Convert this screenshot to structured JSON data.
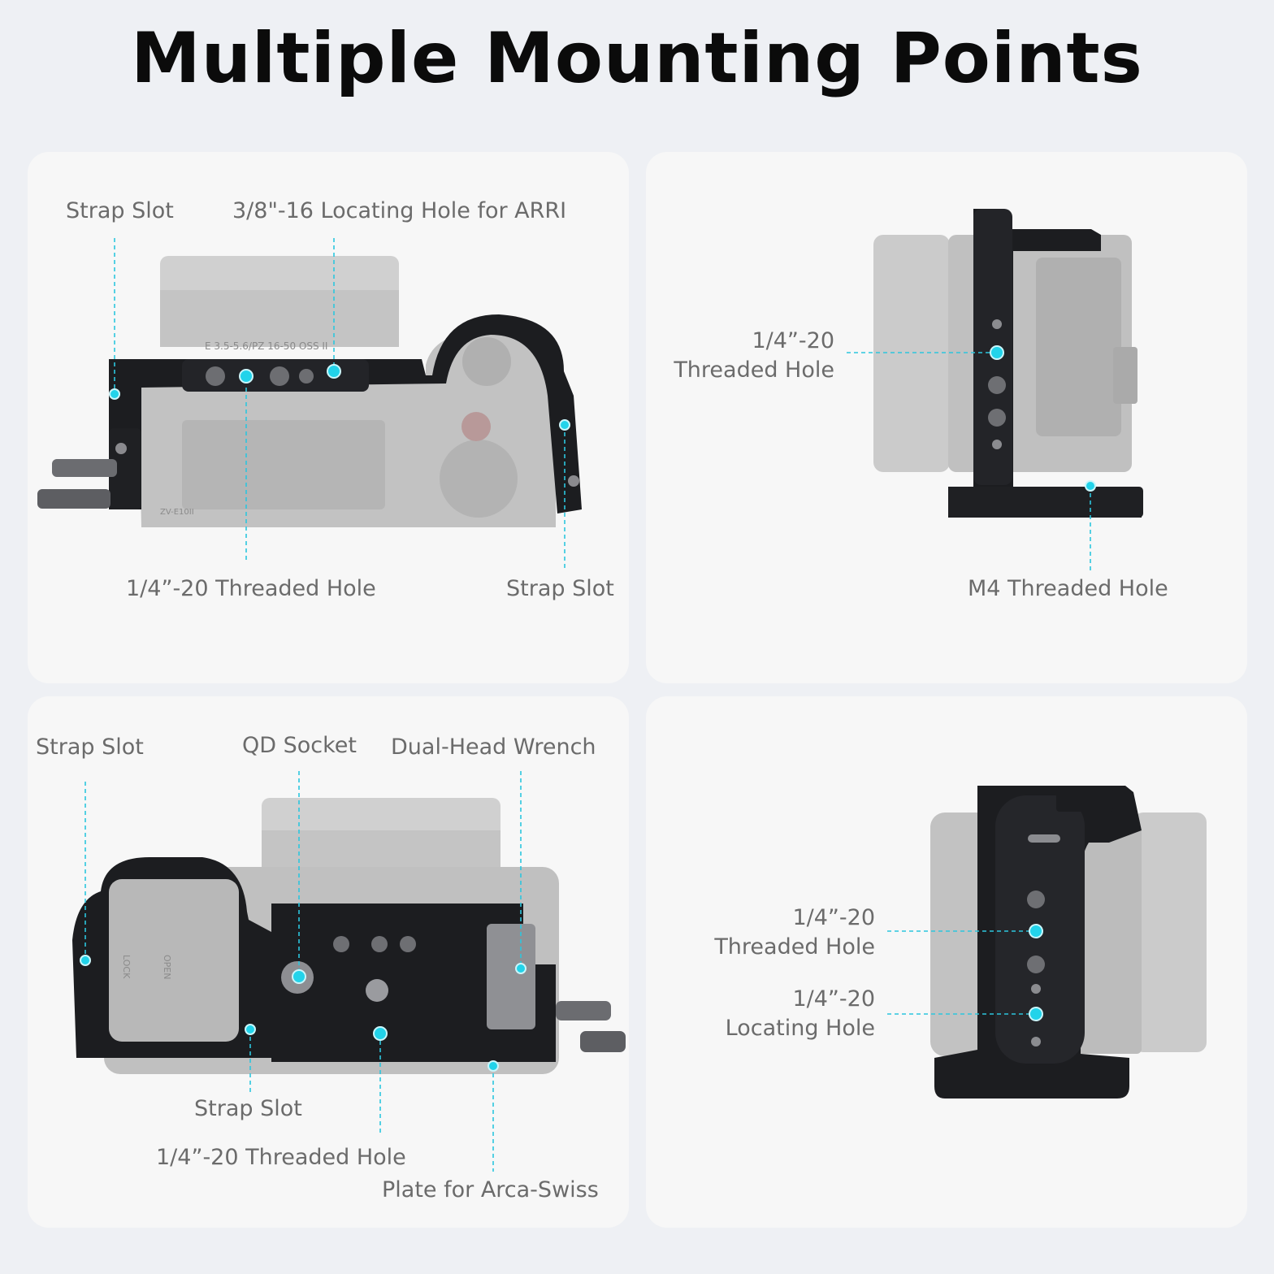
{
  "title": "Multiple Mounting Points",
  "panel_top_left": {
    "labels": {
      "strap_slot_left": "Strap Slot",
      "arri_hole": "3/8\"-16 Locating Hole for ARRI",
      "threaded_hole": "1/4”-20 Threaded Hole",
      "strap_slot_right": "Strap Slot"
    },
    "camera_markings": {
      "lens_text": "E 3.5-5.6/PZ 16-50 OSS II",
      "model": "ZV-E10II"
    }
  },
  "panel_top_right": {
    "labels": {
      "threaded_hole_line1": "1/4”-20",
      "threaded_hole_line2": "Threaded Hole",
      "m4_hole": "M4 Threaded Hole"
    }
  },
  "panel_bottom_left": {
    "labels": {
      "strap_slot_left": "Strap Slot",
      "qd_socket": "QD Socket",
      "dual_head_wrench": "Dual-Head Wrench",
      "strap_slot_bottom": "Strap Slot",
      "threaded_hole": "1/4”-20 Threaded Hole",
      "arca_plate": "Plate for Arca-Swiss"
    },
    "camera_markings": {
      "lock": "LOCK",
      "open": "OPEN"
    }
  },
  "panel_bottom_right": {
    "labels": {
      "threaded_hole_line1": "1/4”-20",
      "threaded_hole_line2": "Threaded Hole",
      "locating_hole_line1": "1/4”-20",
      "locating_hole_line2": "Locating Hole"
    }
  },
  "colors": {
    "accent": "#22d3ea",
    "cage": "#1c1d20",
    "camera_body": "#c4c4c4",
    "label_text": "#6b6b6b",
    "background": "#eef0f4",
    "panel": "#f7f7f7"
  }
}
